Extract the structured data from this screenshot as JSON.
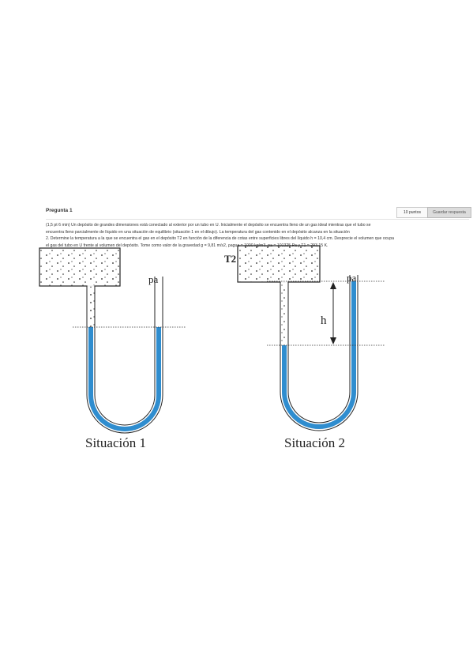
{
  "question": {
    "title": "Pregunta 1",
    "points": "10 puntos",
    "save_label": "Guardar respuesta",
    "statement_lines": [
      "(1,5 pt 6 min) Un depósito de grandes dimensiones está conectado al exterior por un tubo en U. Inicialmente el depósito se encuentra lleno de un gas ideal mientras que el tubo se",
      "encuentra lleno parcialmente de líquido en una situación de equilibrio (situación 1 en el dibujo). La temperatura del gas contenido en el depósito alcanza en la situación",
      "2. Determine la temperatura a la que se encuentra el gas en el depósito T2 en función de la diferencia de cotas entre superficies libres del líquido h = 10,4 cm. Desprecie el volumen que ocupa",
      "el gas del tubo en U frente al volumen del depósito. Tome como valor de la gravedad g = 9,81 m/s2, ρagua = 1000 kg/m3, pa = 101325 Pa y T1 = 293,15 K."
    ]
  },
  "figure": {
    "situation1_caption": "Situación 1",
    "situation2_caption": "Situación 2",
    "pressure_label_1": "pa",
    "pressure_label_2": "pa",
    "temperature_label": "T2",
    "height_label": "h",
    "liquid_color": "#2f8dcf"
  }
}
